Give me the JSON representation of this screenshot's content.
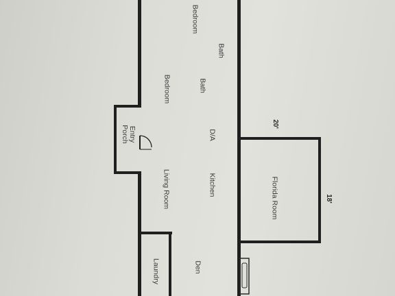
{
  "rooms": {
    "bedroom_top": "Bedroom",
    "bath_top": "Bath",
    "bath_mid": "Bath",
    "bedroom_mid": "Bedroom",
    "entry_porch_line1": "Entry",
    "entry_porch_line2": "Porch",
    "dining": "D/A",
    "kitchen": "Kitchen",
    "living_room": "Living Room",
    "florida_room": "Florida Room",
    "laundry": "Laundry",
    "den": "Den"
  },
  "dimensions": {
    "florida_width": "20'",
    "florida_depth": "18'"
  }
}
